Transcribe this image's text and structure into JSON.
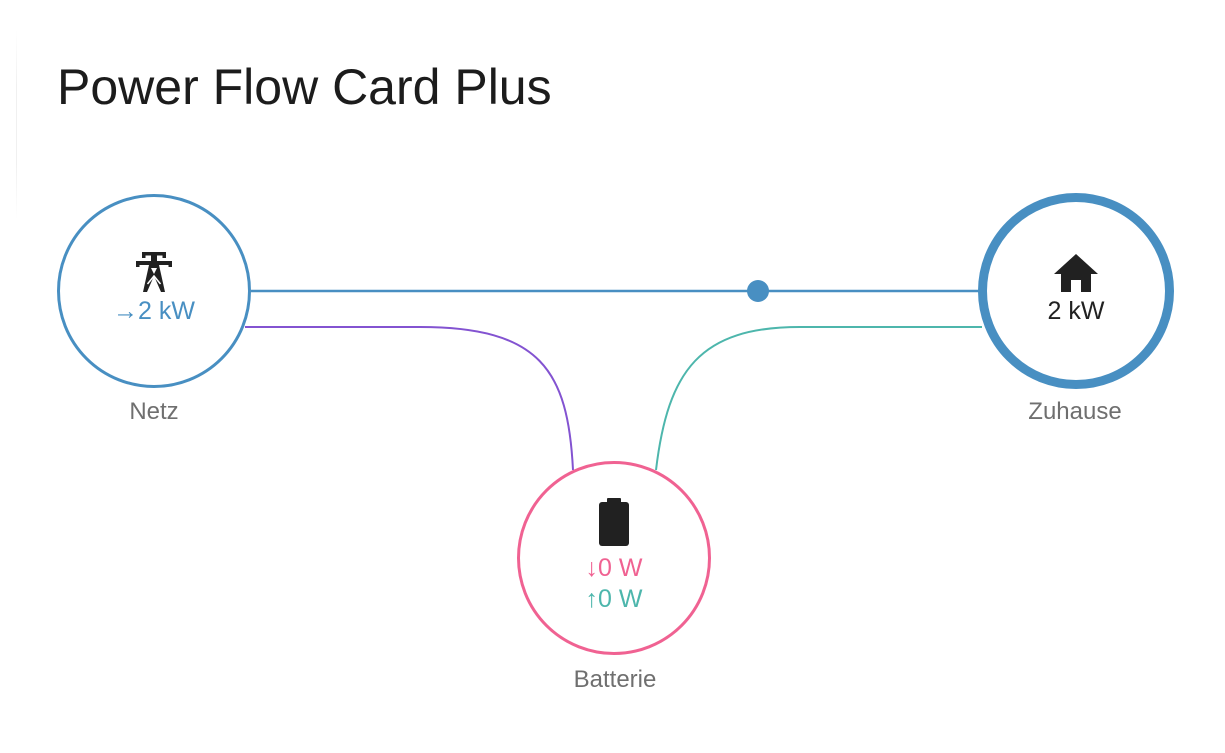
{
  "card": {
    "title": "Power Flow Card Plus"
  },
  "colors": {
    "grid": "#488fc2",
    "battery": "#f06292",
    "battery_in": "#f06292",
    "battery_out": "#4db6ac",
    "grid_to_battery": "#8353d1",
    "battery_to_home": "#4db6ac",
    "text": "#212121",
    "label": "#6f6f6f"
  },
  "nodes": {
    "grid": {
      "icon": "transmission-tower-icon",
      "arrow": "→",
      "value": "2 kW",
      "label": "Netz"
    },
    "home": {
      "icon": "home-icon",
      "value": "2 kW",
      "label": "Zuhause"
    },
    "battery": {
      "icon": "battery-icon",
      "in_arrow": "↓",
      "in_value": "0 W",
      "out_arrow": "↑",
      "out_value": "0 W",
      "label": "Batterie"
    }
  },
  "flows": [
    {
      "name": "grid-to-home",
      "active": true
    },
    {
      "name": "grid-to-battery",
      "active": false
    },
    {
      "name": "battery-to-home",
      "active": false
    }
  ]
}
